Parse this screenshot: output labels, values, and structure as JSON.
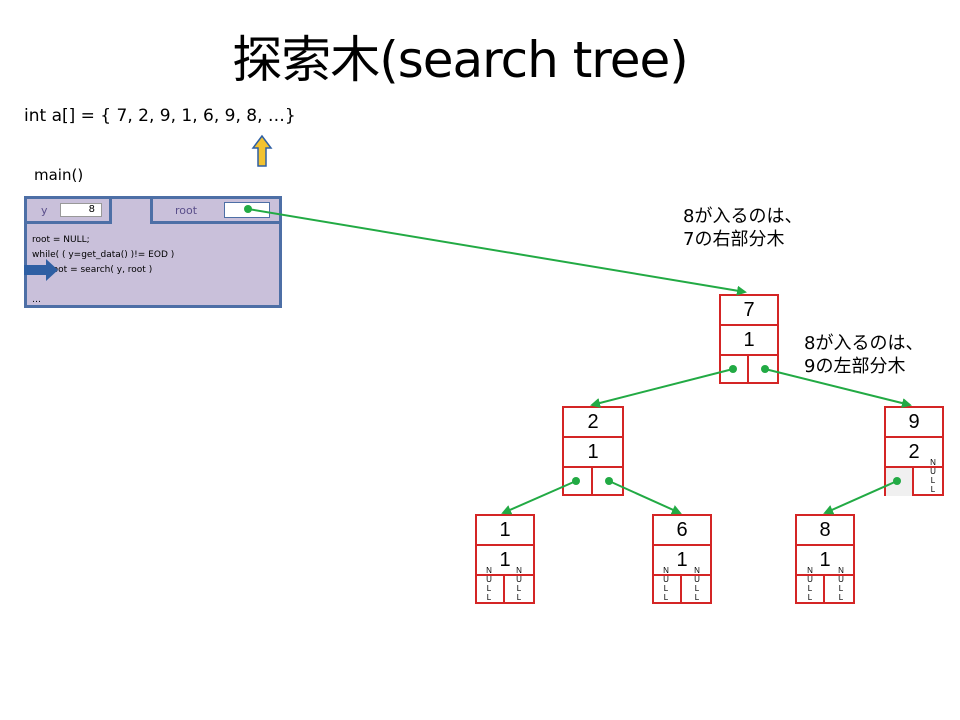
{
  "title": "探索木(search tree)",
  "array_line": "int a[] = { 7, 2, 9, 1, 6, 9, 8, …}",
  "main_label": "main()",
  "frame": {
    "y_label": "y",
    "y_value": "8",
    "root_label": "root",
    "code_lines": [
      "root = NULL;",
      "while( ( y=get_data() )!= EOD )",
      "      root = search( y, root )",
      "",
      "…"
    ]
  },
  "notes": {
    "note1_line1": "8が入るのは、",
    "note1_line2": "7の右部分木",
    "note2_line1": "8が入るのは、",
    "note2_line2": "9の左部分木"
  },
  "null_text": "N\nU\nL\nL",
  "nodes": [
    {
      "id": "n7",
      "value": "7",
      "count": "1"
    },
    {
      "id": "n2",
      "value": "2",
      "count": "1"
    },
    {
      "id": "n9",
      "value": "9",
      "count": "2"
    },
    {
      "id": "n1",
      "value": "1",
      "count": "1"
    },
    {
      "id": "n6",
      "value": "6",
      "count": "1"
    },
    {
      "id": "n8",
      "value": "8",
      "count": "1"
    }
  ],
  "colors": {
    "node_border": "#d42525",
    "pointer_line": "#22aa44",
    "frame_fill": "#c9c0da",
    "frame_border": "#4d6fa6",
    "arrow_blue": "#2e5fa3",
    "arrow_yellow": "#f2c230"
  }
}
